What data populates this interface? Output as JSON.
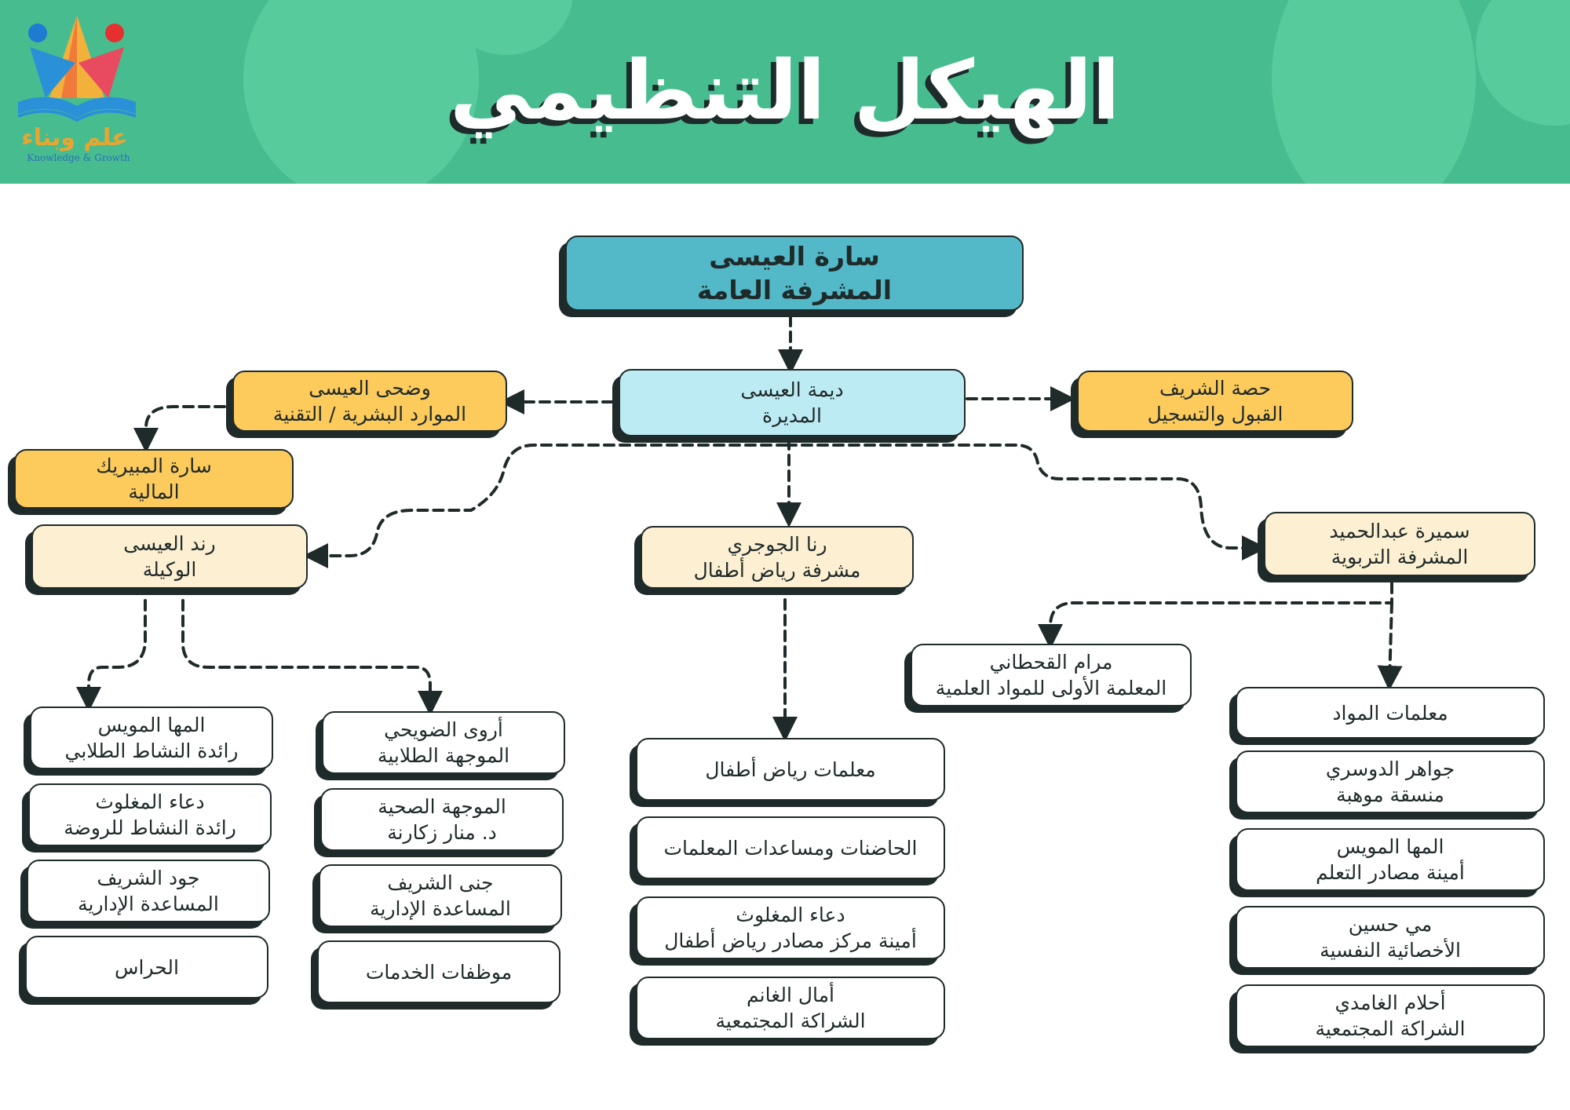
{
  "header": {
    "title": "الهيكل التنظيمي",
    "logo_text": "علم وبناء",
    "logo_subtext": "Knowledge & Growth"
  },
  "colors": {
    "header_bg": "#47bd8f",
    "teal_box": "#53b8c7",
    "light_blue_box": "#bdebf4",
    "yellow_box": "#fdca5c",
    "cream_box": "#fdf0d2",
    "outline": "#1f2a2a"
  },
  "nodes": {
    "general_supervisor": {
      "name": "سارة العيسى",
      "role": "المشرفة العامة"
    },
    "director": {
      "name": "ديمة العيسى",
      "role": "المديرة"
    },
    "hr_it": {
      "name": "وضحى العيسى",
      "role": "الموارد البشرية / التقنية"
    },
    "admissions": {
      "name": "حصة الشريف",
      "role": "القبول والتسجيل"
    },
    "finance": {
      "name": "سارة المبيريك",
      "role": "المالية"
    },
    "deputy": {
      "name": "رند العيسى",
      "role": "الوكيلة"
    },
    "kindergarten_supervisor": {
      "name": "رنا الجوجري",
      "role": "مشرفة رياض أطفال"
    },
    "educational_supervisor": {
      "name": "سميرة عبدالحميد",
      "role": "المشرفة التربوية"
    },
    "science_lead": {
      "name": "مرام القحطاني",
      "role": "المعلمة الأولى للمواد العلمية"
    },
    "activity_lead": {
      "name": "المها المويس",
      "role": "رائدة النشاط الطلابي"
    },
    "kg_activity_lead": {
      "name": "دعاء المغلوث",
      "role": "رائدة النشاط للروضة"
    },
    "admin_assistant_1": {
      "name": "جود الشريف",
      "role": "المساعدة الإدارية"
    },
    "guards": {
      "name": "الحراس",
      "role": ""
    },
    "student_counselor": {
      "name": "أروى الضويحي",
      "role": "الموجهة الطلابية"
    },
    "health_counselor": {
      "name": "الموجهة الصحية",
      "role": "د. منار زكارنة"
    },
    "admin_assistant_2": {
      "name": "جنى الشريف",
      "role": "المساعدة الإدارية"
    },
    "service_staff": {
      "name": "موظفات الخدمات",
      "role": ""
    },
    "kg_teachers": {
      "name": "معلمات رياض أطفال",
      "role": ""
    },
    "nannies": {
      "name": "الحاضنات ومساعدات المعلمات",
      "role": ""
    },
    "kg_resources": {
      "name": "دعاء المغلوث",
      "role": "أمينة مركز مصادر رياض أطفال"
    },
    "community_1": {
      "name": "أمال الغانم",
      "role": "الشراكة المجتمعية"
    },
    "subject_teachers": {
      "name": "معلمات المواد",
      "role": ""
    },
    "gifted": {
      "name": "جواهر الدوسري",
      "role": "منسقة موهبة"
    },
    "learning_resources": {
      "name": "المها المويس",
      "role": "أمينة مصادر التعلم"
    },
    "psychologist": {
      "name": "مي حسين",
      "role": "الأخصائية النفسية"
    },
    "community_2": {
      "name": "أحلام الغامدي",
      "role": "الشراكة المجتمعية"
    }
  }
}
